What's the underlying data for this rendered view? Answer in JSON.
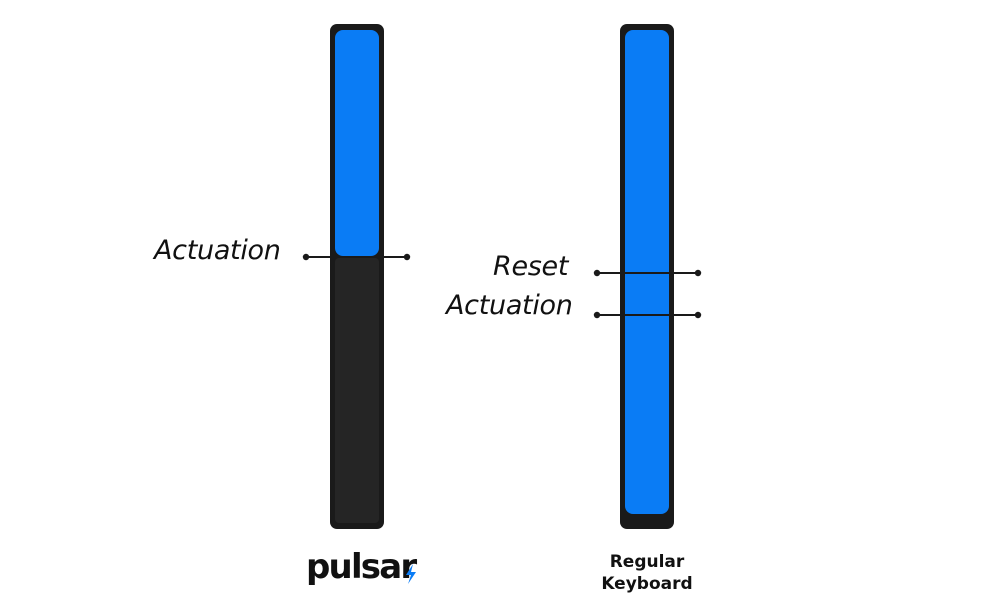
{
  "colors": {
    "switch_frame": "#1a1a1a",
    "stem_dark": "#252525",
    "stem_blue": "#0a7cf5",
    "indicator": "#1a1a1a",
    "brand_accent": "#0a7cf5"
  },
  "pulsar_switch": {
    "actuation_label": "Actuation",
    "brand_name": "pulsar",
    "brand_mark_icon": "lightning-bolt-icon"
  },
  "regular_switch": {
    "reset_label": "Reset",
    "actuation_label": "Actuation",
    "caption_line1": "Regular",
    "caption_line2": "Keyboard"
  }
}
